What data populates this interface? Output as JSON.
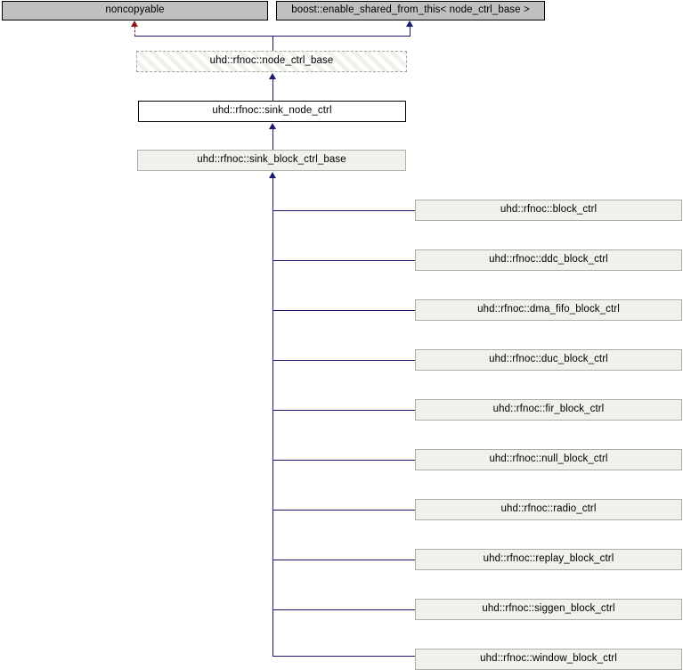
{
  "diagram": {
    "title": "uhd::rfnoc::sink_block_ctrl_base inheritance diagram",
    "type": "class-inheritance",
    "colors": {
      "ancestor_fill": "#c0c0c0",
      "ancestor_border": "#000000",
      "abstract_border": "#a0a898",
      "plain_fill": "#ffffff",
      "plain_border": "#000000",
      "leaf_fill": "#f0f0ec",
      "leaf_border": "#aab0a0",
      "edge_inheritance": "#191970",
      "edge_usage": "#8b1a1a"
    }
  },
  "ancestors": [
    {
      "label": "noncopyable",
      "relation": "private-inheritance"
    },
    {
      "label": "boost::enable_shared_from_this< node_ctrl_base >",
      "relation": "public-inheritance"
    }
  ],
  "chain": [
    {
      "label": "uhd::rfnoc::node_ctrl_base",
      "kind": "abstract"
    },
    {
      "label": "uhd::rfnoc::sink_node_ctrl",
      "kind": "plain"
    },
    {
      "label": "uhd::rfnoc::sink_block_ctrl_base",
      "kind": "focus"
    }
  ],
  "derived": [
    {
      "label": "uhd::rfnoc::block_ctrl"
    },
    {
      "label": "uhd::rfnoc::ddc_block_ctrl"
    },
    {
      "label": "uhd::rfnoc::dma_fifo_block_ctrl"
    },
    {
      "label": "uhd::rfnoc::duc_block_ctrl"
    },
    {
      "label": "uhd::rfnoc::fir_block_ctrl"
    },
    {
      "label": "uhd::rfnoc::null_block_ctrl"
    },
    {
      "label": "uhd::rfnoc::radio_ctrl"
    },
    {
      "label": "uhd::rfnoc::replay_block_ctrl"
    },
    {
      "label": "uhd::rfnoc::siggen_block_ctrl"
    },
    {
      "label": "uhd::rfnoc::window_block_ctrl"
    }
  ]
}
